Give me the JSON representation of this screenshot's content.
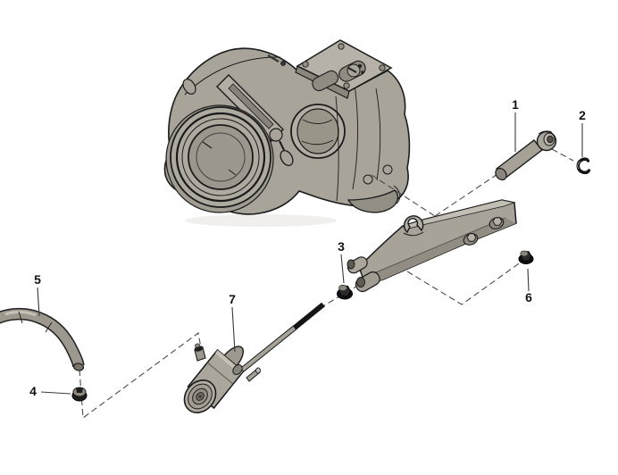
{
  "diagram": {
    "type": "exploded-parts-diagram",
    "subject": "turbocharger-wastegate-actuator-assembly",
    "background_color": "#ffffff",
    "outline_color": "#1b1b1b",
    "part_fill_color": "#a8a49a",
    "part_shade_color": "#8a867c",
    "part_highlight_color": "#c2beb4",
    "hardware_color": "#1d1d1d",
    "guide_line_style": "dashed",
    "callouts": [
      {
        "number": "1",
        "part": "actuator-rod-end-pin"
      },
      {
        "number": "2",
        "part": "pin-retaining-e-clip"
      },
      {
        "number": "3",
        "part": "actuator-rod-lock-nut"
      },
      {
        "number": "4",
        "part": "hose-retaining-clip"
      },
      {
        "number": "5",
        "part": "actuator-air-hose"
      },
      {
        "number": "6",
        "part": "lever-bracket-nut"
      },
      {
        "number": "7",
        "part": "wastegate-actuator"
      }
    ],
    "unlabeled_parts": [
      "turbocharger-assembly",
      "wastegate-lever-bracket"
    ]
  }
}
